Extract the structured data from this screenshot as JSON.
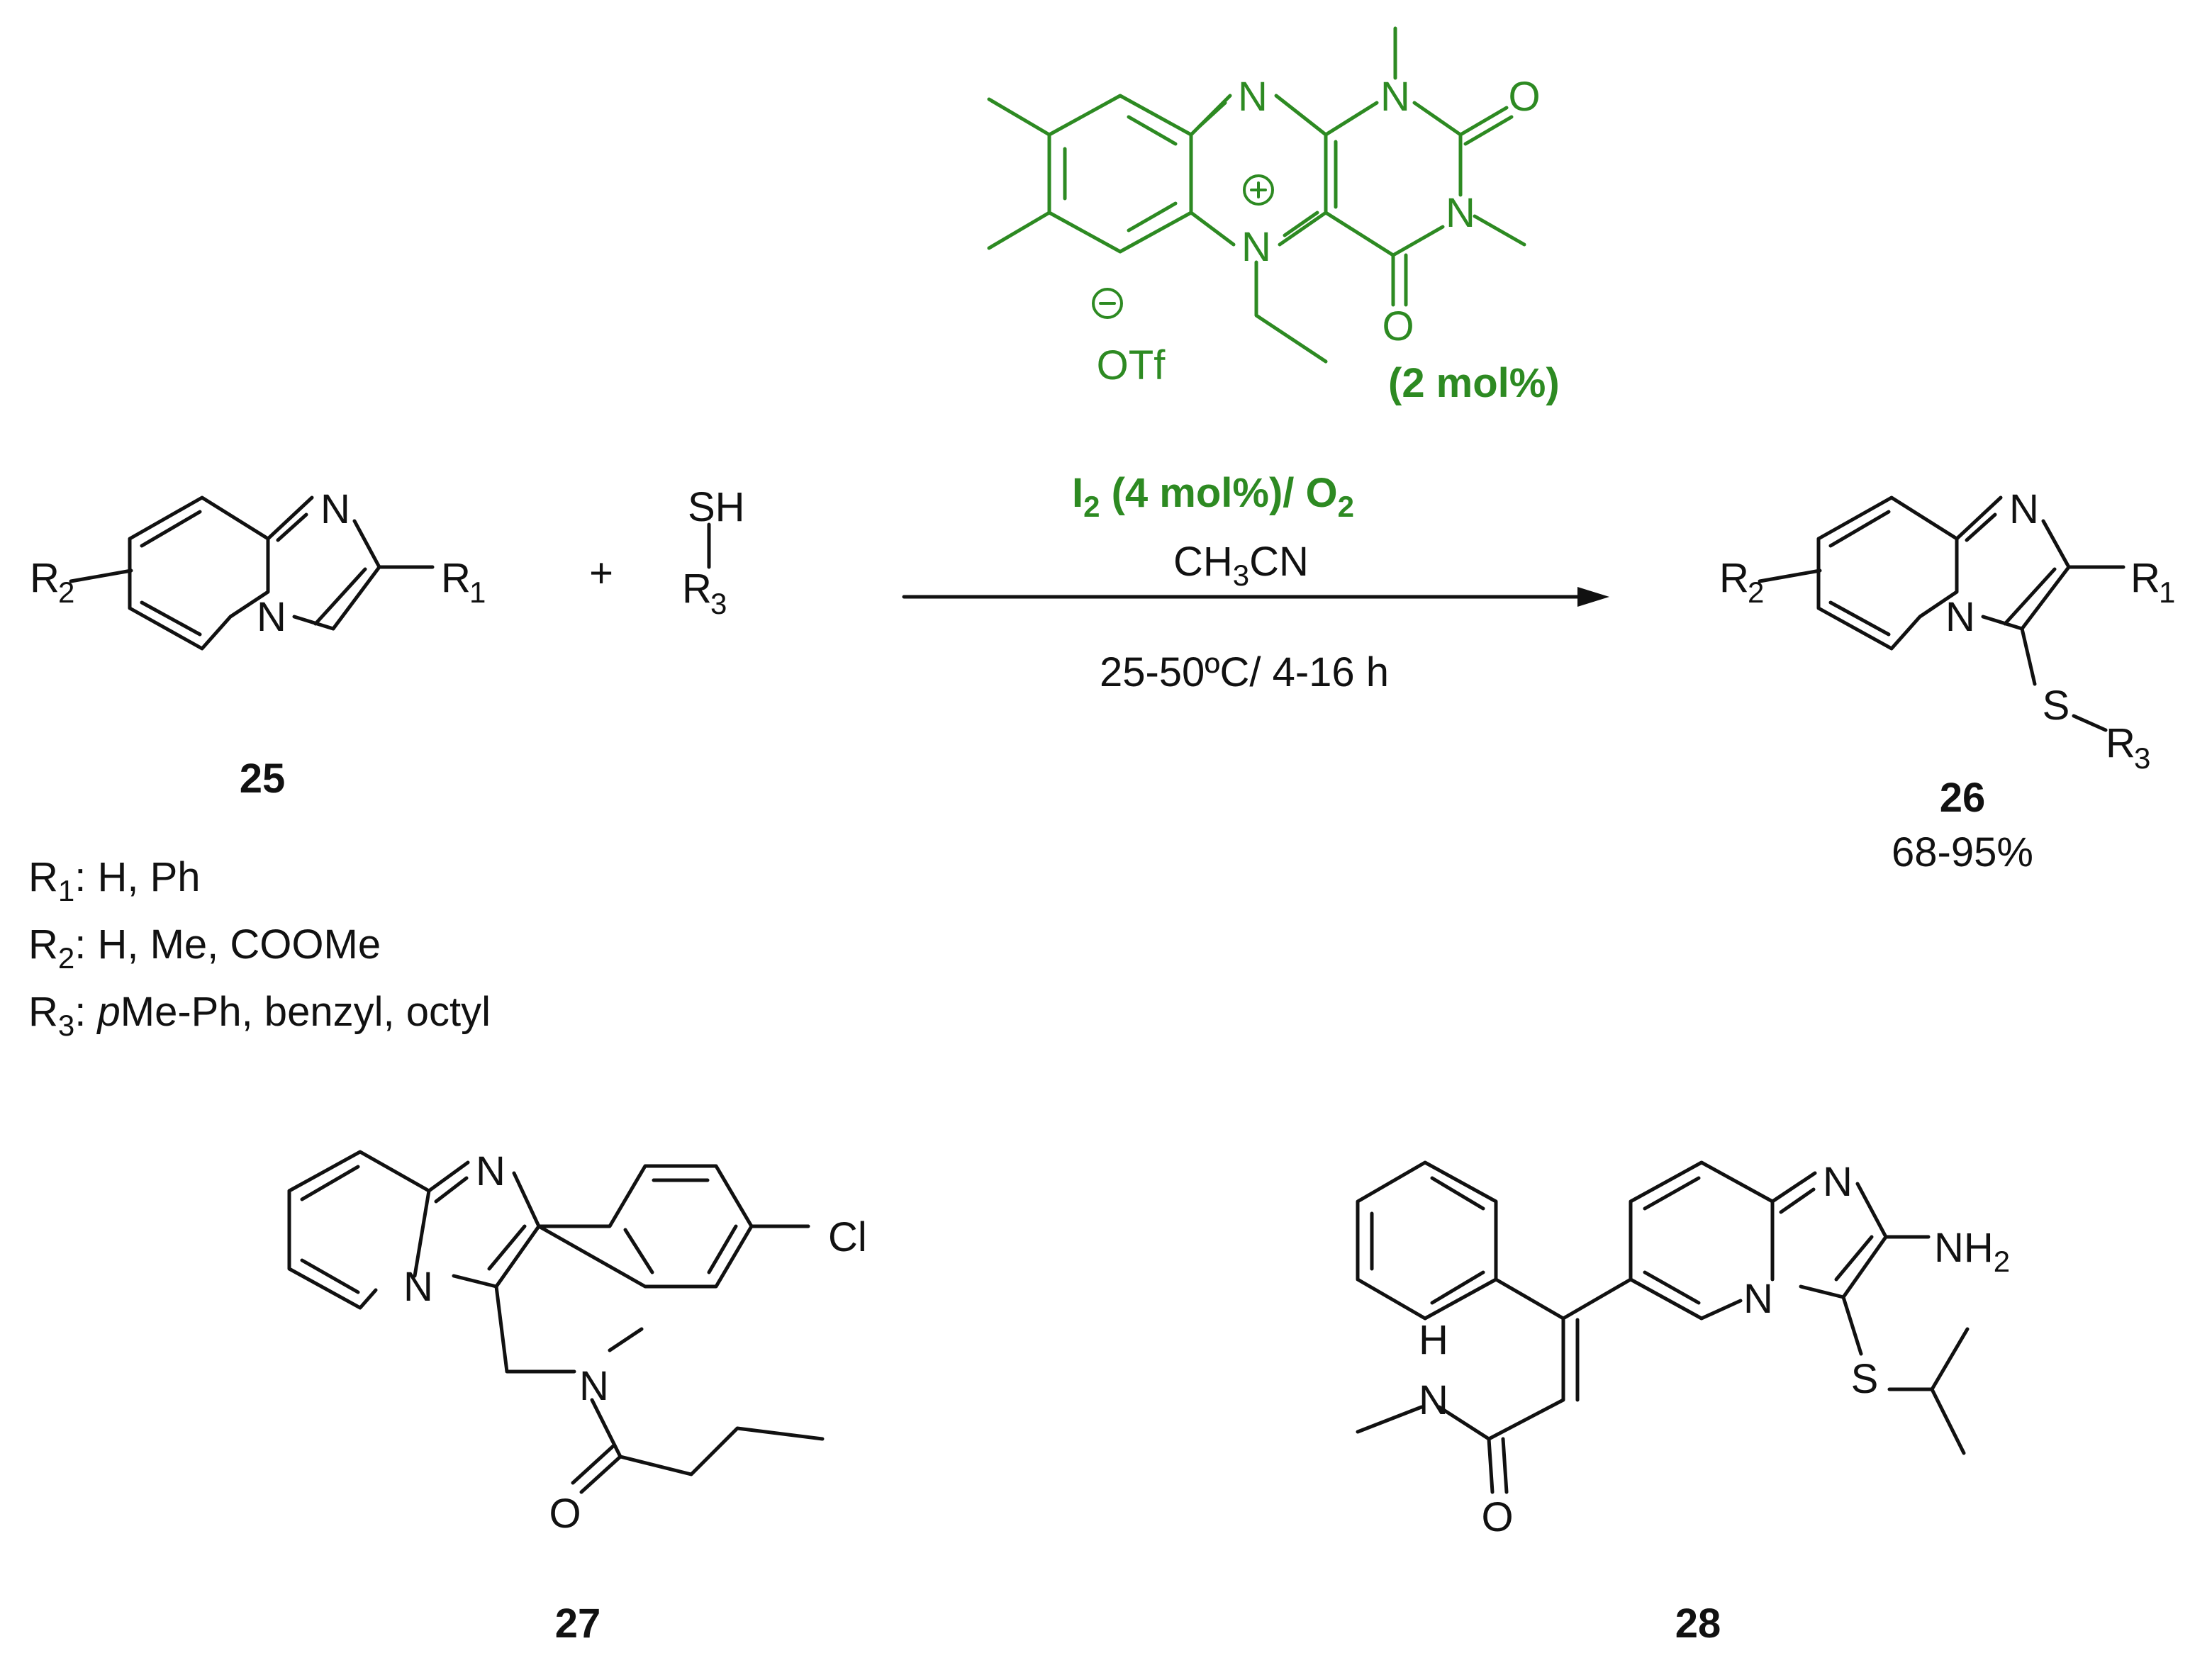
{
  "colors": {
    "ink": "#111111",
    "catalyst": "#2d8a22"
  },
  "labels": {
    "n": "N",
    "o": "O",
    "s": "S",
    "cl": "Cl",
    "r": "R",
    "r1_sub": "1",
    "r2_sub": "2",
    "r3_sub": "3",
    "sh": "SH",
    "plus": "+",
    "h": "H",
    "nh": "NH",
    "nh2_sub": "2"
  },
  "catalyst": {
    "otf": "OTf",
    "loading": "(2 mol%)"
  },
  "conditions": {
    "reagent": "I",
    "reagent_sub": "2",
    "reagent_loading": " (4 mol%)/ O",
    "oxidant_sub": "2",
    "solvent_a": "CH",
    "solvent_sub": "3",
    "solvent_b": "CN",
    "temp_time": "25-50ºC/ 4-16 h"
  },
  "compounds": {
    "c25": "25",
    "c26": "26",
    "c27": "27",
    "c28": "28"
  },
  "yield": "68-95%",
  "substituents": {
    "r1_values": ": H, Ph",
    "r2_values": ": H, Me, COOMe",
    "r3_italic": "p",
    "r3_values": "Me-Ph, benzyl, octyl"
  }
}
